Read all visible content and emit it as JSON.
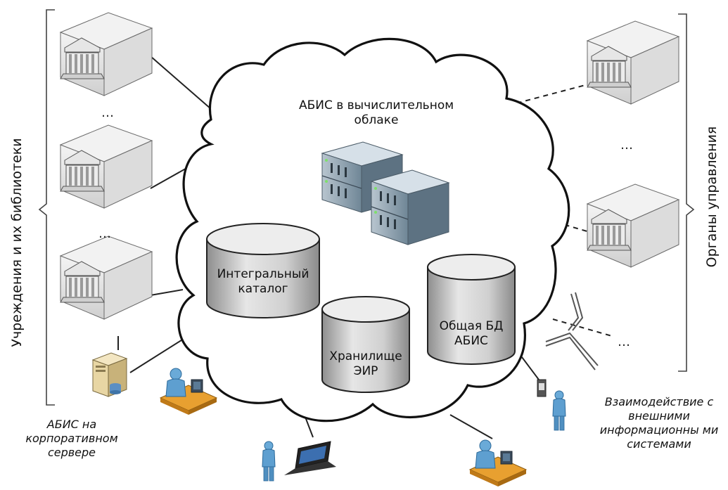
{
  "cloud_title": "АБИС в вычислительном облаке",
  "left_group_label": "Учреждения и их библиотеки",
  "right_group_label": "Органы управления",
  "databases": {
    "integral_catalog": "Интегральный каталог",
    "eir_storage": "Хранилище ЭИР",
    "common_db": "Общая БД АБИС"
  },
  "corporate_server_label": "АБИС на корпоративном сервере",
  "external_systems_label": "Взаимодействие с внешними информационны ми системами",
  "ellipsis": "…"
}
